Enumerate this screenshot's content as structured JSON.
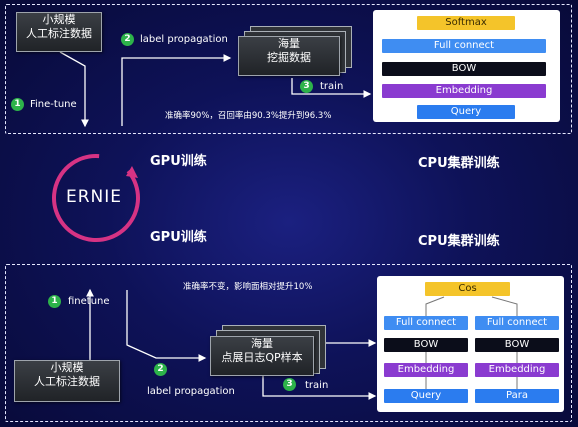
{
  "top": {
    "source_card": [
      "小规模",
      "人工标注数据"
    ],
    "mined_card": [
      "海量",
      "挖掘数据"
    ],
    "step1_badge": "1",
    "step1_label": "Fine-tune",
    "step2_badge": "2",
    "step2_label": "label propagation",
    "step3_badge": "3",
    "step3_label": "train",
    "metric": "准确率90%，召回率由90.3%提升到96.3%",
    "model_layers": [
      "Softmax",
      "Full connect",
      "BOW",
      "Embedding",
      "Query"
    ]
  },
  "middle": {
    "ernie_label": "ERNIE",
    "gpu_top": "GPU训练",
    "gpu_bottom": "GPU训练",
    "cpu_top": "CPU集群训练",
    "cpu_bottom": "CPU集群训练"
  },
  "bottom": {
    "source_card": [
      "小规模",
      "人工标注数据"
    ],
    "mined_card": [
      "海量",
      "点展日志QP样本"
    ],
    "step1_badge": "1",
    "step1_label": "finetune",
    "step2_badge": "2",
    "step2_label": "label propagation",
    "step3_badge": "3",
    "step3_label": "train",
    "metric": "准确率不变，影响面相对提升10%",
    "model_top": "Cos",
    "left_tower": [
      "Full connect",
      "BOW",
      "Embedding",
      "Query"
    ],
    "right_tower": [
      "Full connect",
      "BOW",
      "Embedding",
      "Para"
    ]
  },
  "colors": {
    "background": "#0e1258",
    "badge_green": "#2db34a",
    "softmax_yellow": "#f4c42a",
    "fc_blue": "#3f8df2",
    "embedding_purple": "#8a3bd0",
    "ernie_ring": "#d63384"
  }
}
